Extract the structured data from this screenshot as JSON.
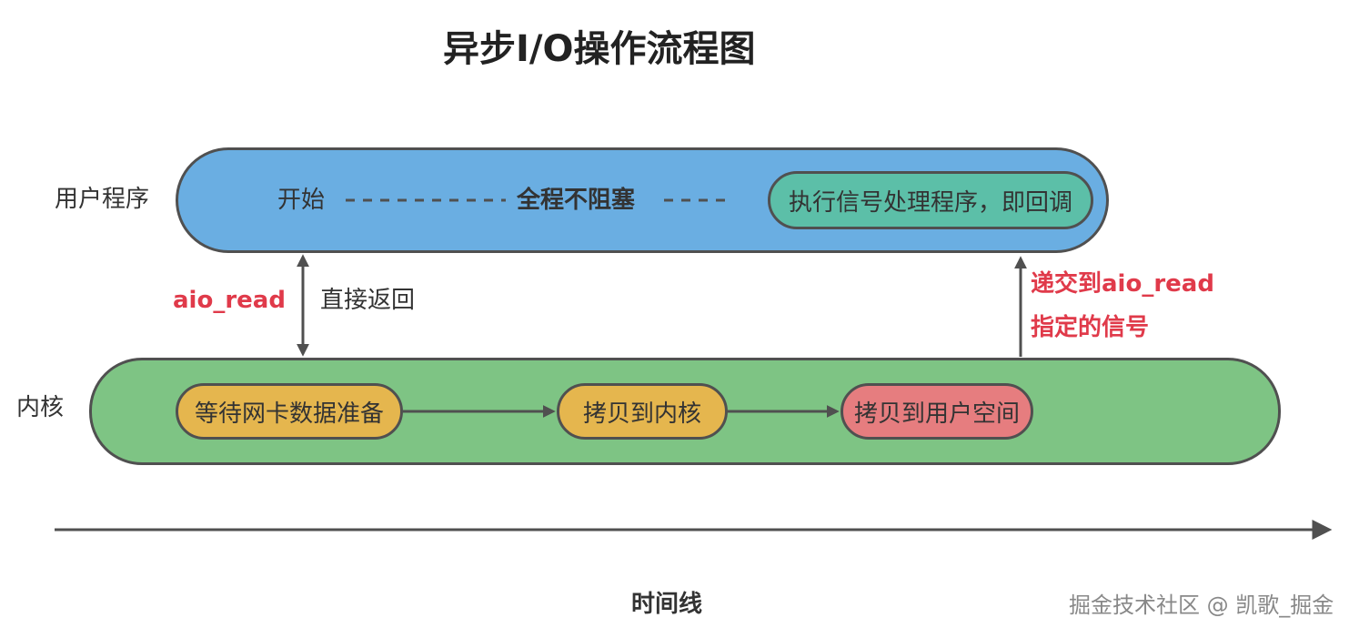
{
  "title": "异步I/O操作流程图",
  "lanes": {
    "user_label": "用户程序",
    "kernel_label": "内核"
  },
  "user_lane": {
    "start": "开始",
    "non_blocking": "全程不阻塞",
    "callback": "执行信号处理程序，即回调"
  },
  "kernel_lane": {
    "wait_data": "等待网卡数据准备",
    "copy_to_kernel": "拷贝到内核",
    "copy_to_user": "拷贝到用户空间"
  },
  "annotations": {
    "aio_read": "aio_read",
    "direct_return": "直接返回",
    "deliver_line1": "递交到aio_read",
    "deliver_line2": "指定的信号"
  },
  "timeline_label": "时间线",
  "watermark": "掘金技术社区 @ 凯歌_掘金",
  "colors": {
    "user_lane": "#6aaee2",
    "kernel_lane": "#7ec484",
    "callback": "#5cbfa8",
    "kernel_step": "#e5b64e",
    "copy_to_user": "#e67d7f",
    "annotation_red": "#e03a4a",
    "stroke": "#505050"
  }
}
